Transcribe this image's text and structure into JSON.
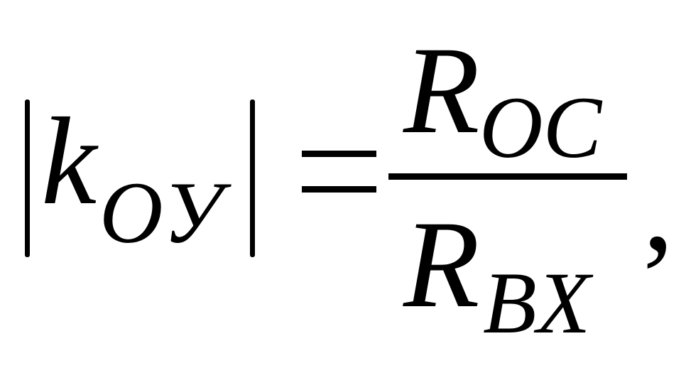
{
  "formula": {
    "lhs_symbol": "k",
    "lhs_subscript": "OУ",
    "relation": "=",
    "numerator_symbol": "R",
    "numerator_subscript": "OC",
    "denominator_symbol": "R",
    "denominator_subscript": "BX",
    "trailing_punctuation": ","
  }
}
